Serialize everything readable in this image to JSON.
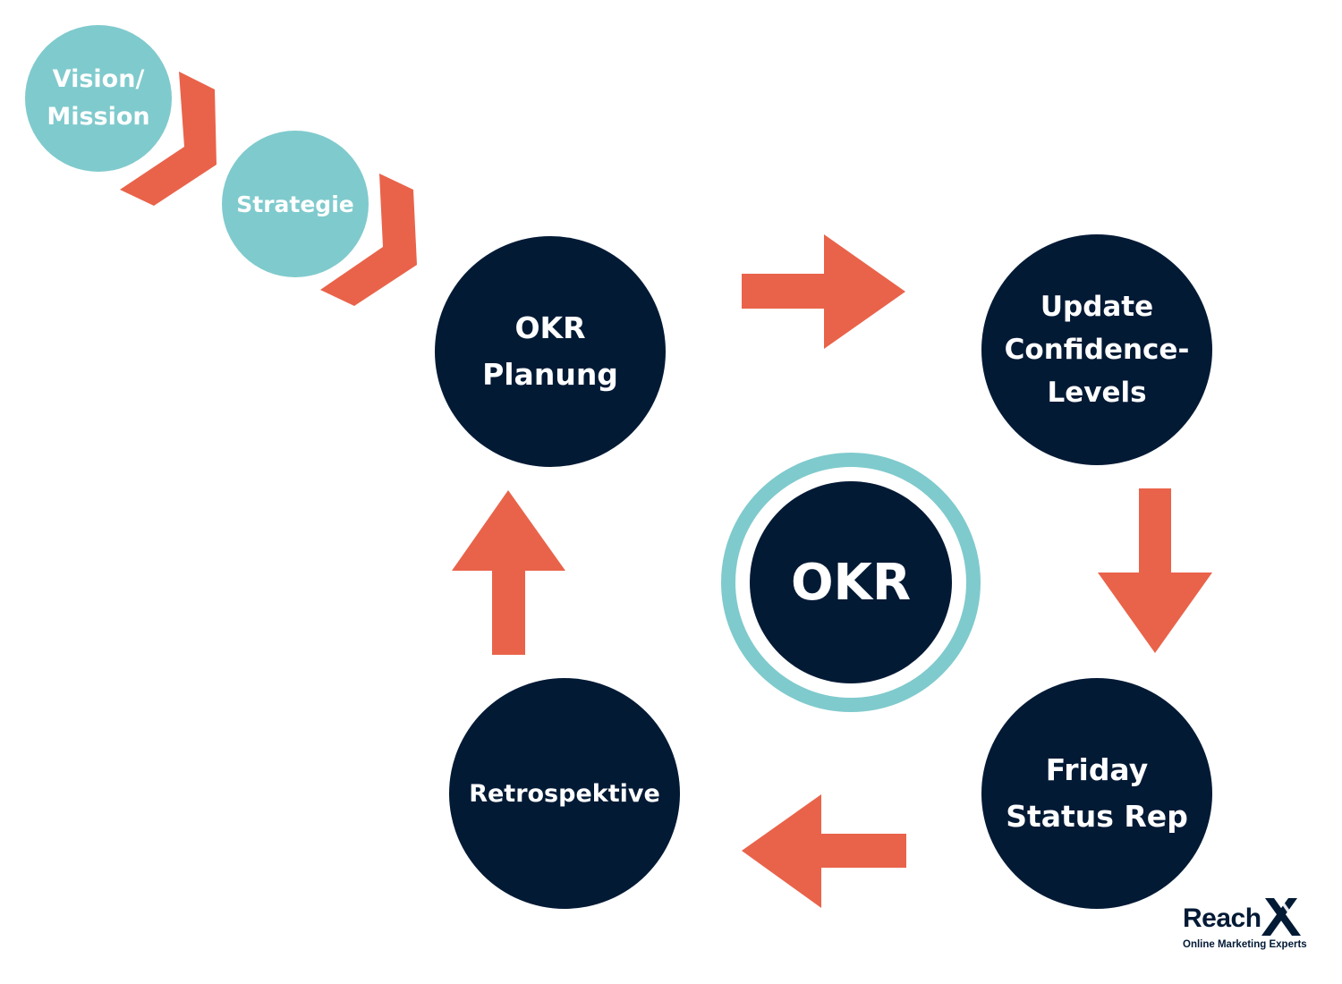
{
  "nodes": {
    "vision": "Vision/\nMission",
    "strategie": "Strategie",
    "planung": "OKR\nPlanung",
    "update": "Update\nConfidence-\nLevels",
    "friday": "Friday\nStatus Rep",
    "retro": "Retrospektive",
    "center": "OKR"
  },
  "logo": {
    "wordmark": "Reach",
    "tagline": "Online Marketing Experts"
  },
  "colors": {
    "navy": "#031a35",
    "teal": "#7fcacd",
    "arrow": "#e9634a"
  },
  "icons": {
    "chevron": "chevron-right-icon",
    "flow_arrows": [
      "arrow-right-icon",
      "arrow-down-icon",
      "arrow-left-icon",
      "arrow-up-icon"
    ],
    "logo_mark": "x-logo-icon"
  }
}
